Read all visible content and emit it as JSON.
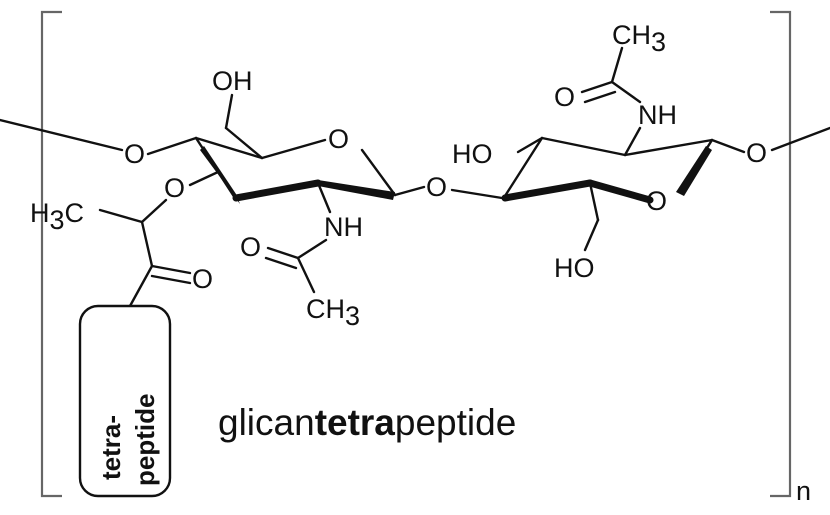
{
  "atoms": {
    "oh_top": "OH",
    "ch3_top_right": "CH",
    "ch3_top_right_sub": "3",
    "nh_top_right": "NH",
    "o_ring_left": "O",
    "o_ring_right": "O",
    "o_glyco_left": "O",
    "o_glyco_mid": "O",
    "o_glyco_right": "O",
    "o_lactyl": "O",
    "ho_right": "HO",
    "ho_bottom_right": "HO",
    "o_carbonyl_right": "O",
    "h3c_left": "H",
    "h3c_left_sub": "3",
    "h3c_left_c": "C",
    "nh_mid": "NH",
    "o_carbonyl_mid": "O",
    "o_lactyl_carbonyl": "O",
    "ch3_bottom": "CH",
    "ch3_bottom_sub": "3"
  },
  "peptide_box": {
    "line1": "tetra-",
    "line2": "peptide"
  },
  "repeat_label": "n",
  "caption": {
    "prefix": "glican",
    "bold": "tetra",
    "suffix": "peptide"
  }
}
